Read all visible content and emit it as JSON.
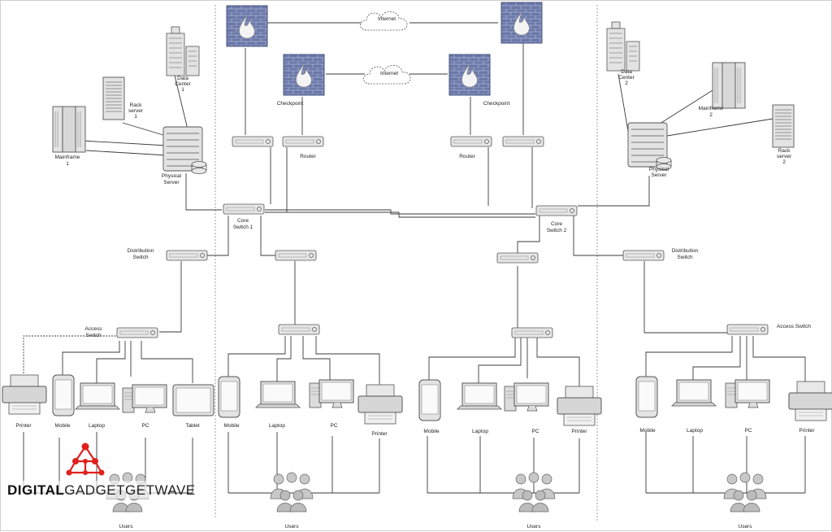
{
  "nodes": {
    "internet_top": "Internet",
    "internet_mid": "Internet",
    "checkpoint_left": "Checkpoint",
    "checkpoint_right": "Checkpoint",
    "router_left": "Router",
    "router_right": "Router",
    "core_switch_1": [
      "Core",
      "Switch 1"
    ],
    "core_switch_2": [
      "Core",
      "Switch 2"
    ],
    "distribution_switch_left": [
      "Distribution",
      "Switch"
    ],
    "distribution_switch_right": [
      "Distribution",
      "Switch"
    ],
    "access_switch_left": [
      "Access",
      "Switch"
    ],
    "access_switch_right": "Access Switch",
    "data_center_1": [
      "Data",
      "Center",
      "1"
    ],
    "data_center_2": [
      "Data",
      "Center",
      "2"
    ],
    "rack_server_1": [
      "Rack",
      "server",
      "1"
    ],
    "rack_server_2": [
      "Rack",
      "server",
      "2"
    ],
    "mainframe_1": [
      "Mainframe",
      "1"
    ],
    "mainframe_2": [
      "Mainframe",
      "2"
    ],
    "physical_server_1": [
      "Physical",
      "Server"
    ],
    "physical_server_2": [
      "Physical",
      "Server"
    ]
  },
  "segments": [
    {
      "devices": [
        "Printer",
        "Mobile",
        "Laptop",
        "PC",
        "Tablet"
      ],
      "users": "Users"
    },
    {
      "devices": [
        "Mobile",
        "Laptop",
        "PC",
        "Printer"
      ],
      "users": "Users"
    },
    {
      "devices": [
        "Mobile",
        "Laptop",
        "PC",
        "Printer"
      ],
      "users": "Users"
    },
    {
      "devices": [
        "Mobile",
        "Laptop",
        "PC",
        "Printer"
      ],
      "users": "Users"
    }
  ],
  "watermark": {
    "bold": "DIGITAL",
    "rest": "GADGETGETWAVE"
  },
  "colors": {
    "firewall": "#6b78a8",
    "device": "#e3e3e3",
    "line": "#3a3a3a",
    "logo": "#e0201c"
  }
}
